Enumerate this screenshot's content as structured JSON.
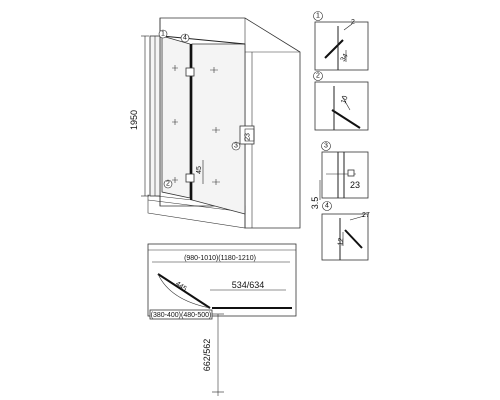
{
  "callouts": [
    "1",
    "2",
    "3",
    "4"
  ],
  "front_view": {
    "height_label": "1950",
    "gap_label": "45",
    "handle_label": "23"
  },
  "plan_view": {
    "range_label": "(980-1010)(1180-1210)",
    "swing_label": "445",
    "door_label": "534/634",
    "fixed_label": "(380-400)(480-500)",
    "clearance_label": "662/562"
  },
  "detail_1": {
    "label_a": "2",
    "label_b": "34"
  },
  "detail_2": {
    "label_a": "10"
  },
  "detail_3": {
    "label_a": "23",
    "label_b": "3.5"
  },
  "detail_4": {
    "label_a": "27",
    "label_b": "12"
  }
}
